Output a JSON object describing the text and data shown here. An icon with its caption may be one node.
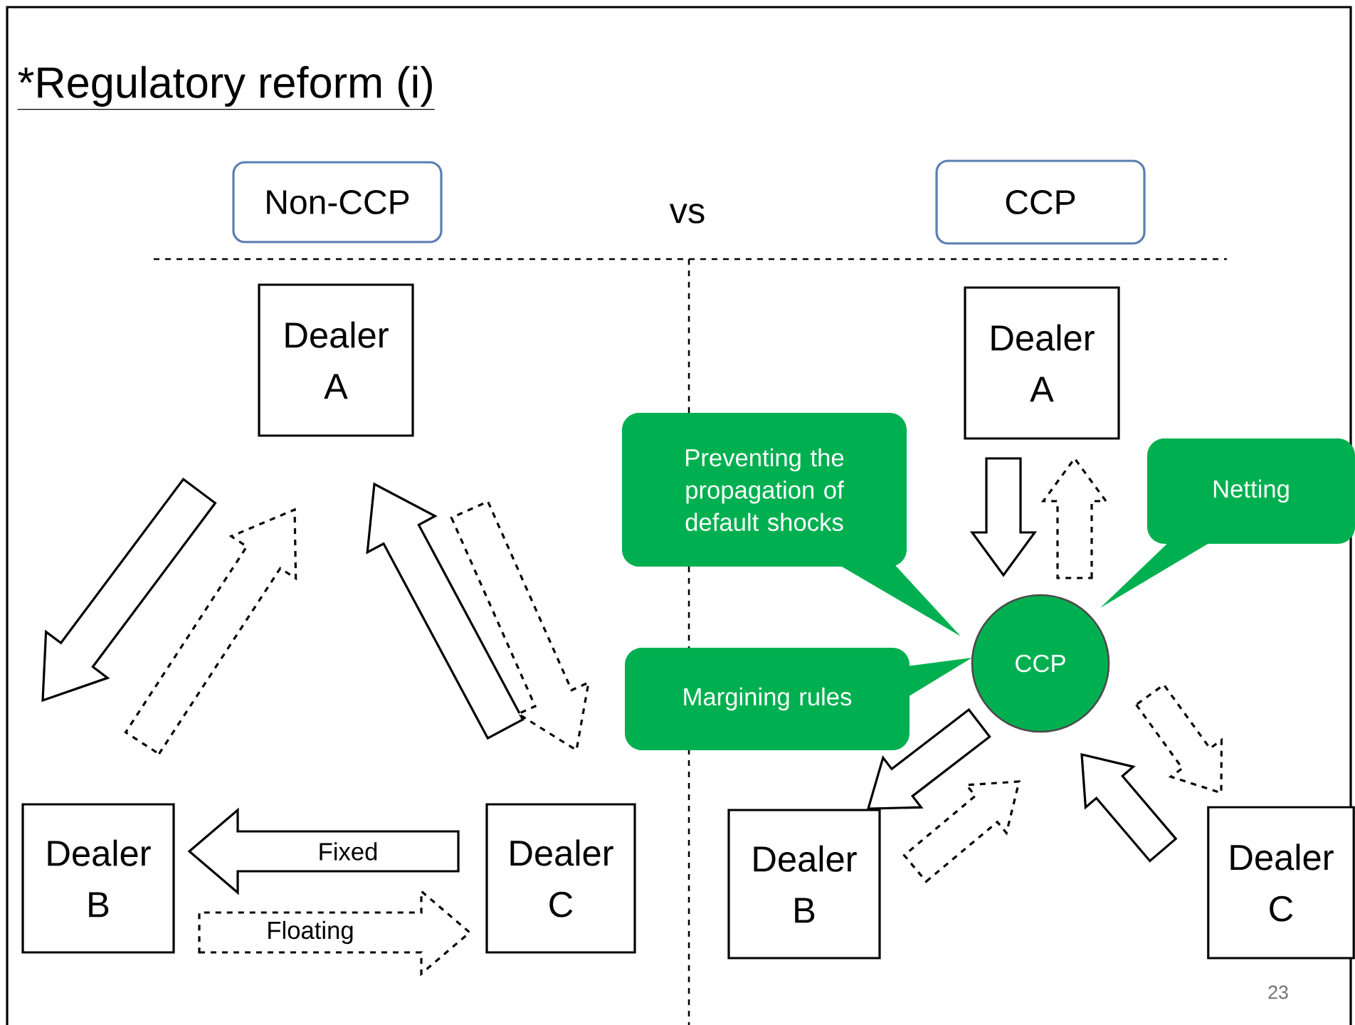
{
  "diagram": {
    "title": "*Regulatory reform (i)",
    "nodes": [
      {
        "text": [
          "Non-CCP"
        ]
      },
      {
        "text": [
          "CCP"
        ]
      },
      {
        "text": [
          "Dealer A"
        ]
      },
      {
        "text": [
          "Dealer B"
        ]
      },
      {
        "text": [
          "Dealer C"
        ]
      },
      {
        "text": [
          "Dealer A"
        ]
      },
      {
        "text": [
          "CCP"
        ]
      },
      {
        "text": [
          "Dealer B"
        ]
      },
      {
        "text": [
          "Dealer C"
        ]
      },
      {
        "text": [
          "Preventing the propagation of default shocks"
        ]
      },
      {
        "text": [
          "Netting"
        ]
      },
      {
        "text": [
          "Margining rules"
        ]
      }
    ],
    "edges": [
      {
        "from": 2,
        "to": 3,
        "arrow": "to"
      },
      {
        "from": 3,
        "to": 2,
        "arrow": "to",
        "style": "dashed"
      },
      {
        "from": 4,
        "to": 2,
        "arrow": "to"
      },
      {
        "from": 2,
        "to": 4,
        "arrow": "to",
        "style": "dashed"
      },
      {
        "from": 4,
        "to": 3,
        "arrow": "to",
        "label": "Fixed"
      },
      {
        "from": 3,
        "to": 4,
        "arrow": "to",
        "style": "dashed",
        "label": "Floating"
      },
      {
        "from": 5,
        "to": 6,
        "arrow": "to"
      },
      {
        "from": 6,
        "to": 5,
        "arrow": "to",
        "style": "dashed"
      },
      {
        "from": 6,
        "to": 7,
        "arrow": "to"
      },
      {
        "from": 7,
        "to": 6,
        "arrow": "to",
        "style": "dashed"
      },
      {
        "from": 8,
        "to": 6,
        "arrow": "to"
      },
      {
        "from": 6,
        "to": 8,
        "arrow": "to",
        "style": "dashed"
      }
    ],
    "labels": [
      "vs",
      "23"
    ]
  }
}
